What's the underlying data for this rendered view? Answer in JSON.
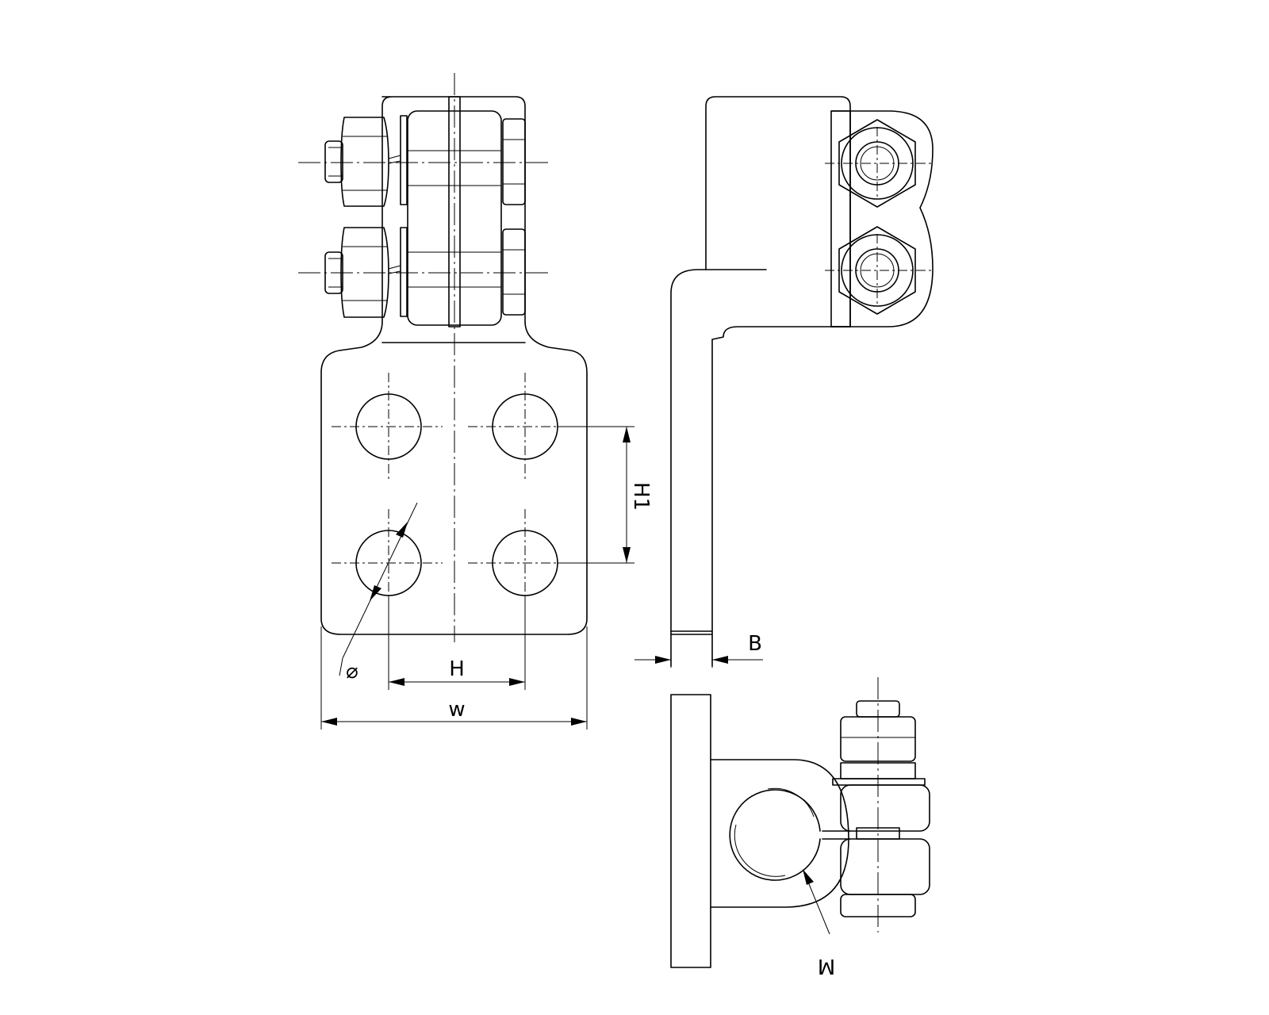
{
  "labels": {
    "H": "H",
    "H1": "H1",
    "W": "w",
    "B": "B",
    "diameter": "⌀",
    "M": "M"
  }
}
